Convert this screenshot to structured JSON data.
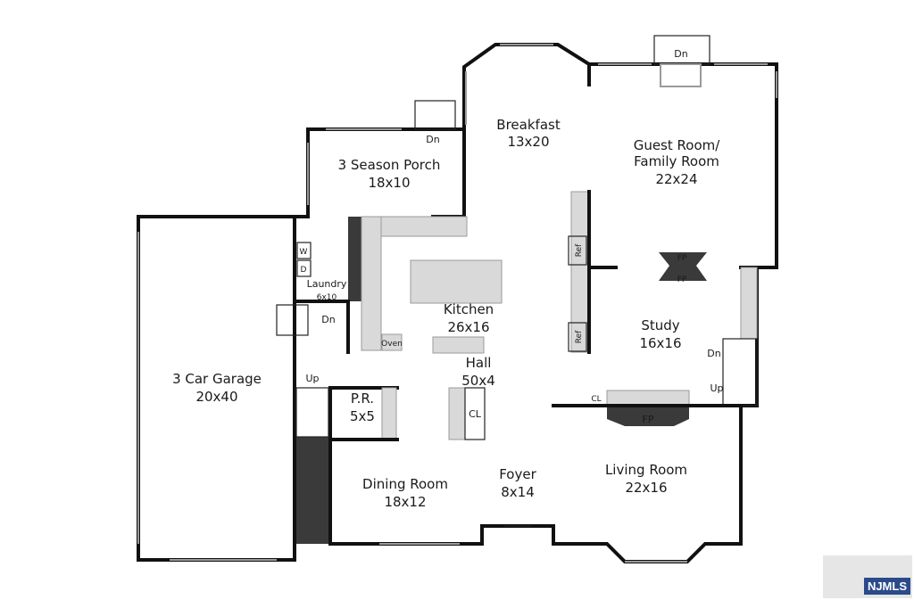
{
  "rooms": {
    "breakfast": {
      "name": "Breakfast",
      "size": "13x20"
    },
    "guest": {
      "name_line1": "Guest Room/",
      "name_line2": "Family Room",
      "size": "22x24"
    },
    "porch": {
      "name": "3 Season Porch",
      "size": "18x10"
    },
    "laundry": {
      "name": "Laundry",
      "size": "6x10"
    },
    "kitchen": {
      "name": "Kitchen",
      "size": "26x16"
    },
    "study": {
      "name": "Study",
      "size": "16x16"
    },
    "hall": {
      "name": "Hall",
      "size": "50x4"
    },
    "garage": {
      "name": "3 Car Garage",
      "size": "20x40"
    },
    "powder": {
      "name": "P.R.",
      "size": "5x5"
    },
    "dining": {
      "name": "Dining Room",
      "size": "18x12"
    },
    "foyer": {
      "name": "Foyer",
      "size": "8x14"
    },
    "living": {
      "name": "Living Room",
      "size": "22x16"
    }
  },
  "fixtures": {
    "dn": "Dn",
    "up": "Up",
    "fp": "FP",
    "ref": "Ref",
    "oven": "Oven",
    "cl": "CL",
    "washer": "W",
    "dryer": "D"
  },
  "logo": {
    "text": "NJMLS"
  }
}
